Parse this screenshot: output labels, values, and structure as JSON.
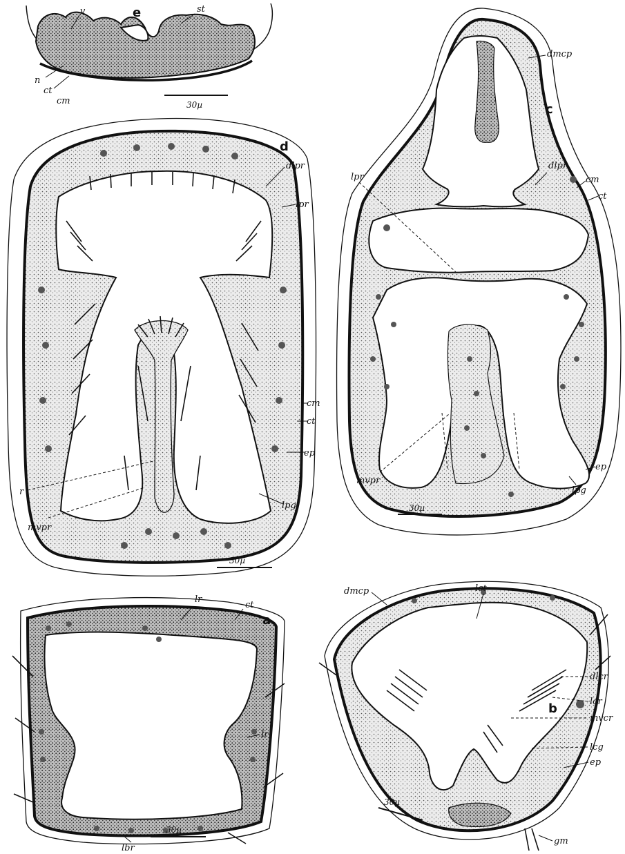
{
  "panels": {
    "e": {
      "panel_letter": "e",
      "labels": {
        "v": "v",
        "st": "st",
        "n": "n",
        "ct": "ct",
        "cm": "cm"
      },
      "scale": "30µ"
    },
    "d": {
      "panel_letter": "d",
      "labels": {
        "dlpr": "dlpr",
        "lpr": "lpr",
        "cm": "cm",
        "ct": "ct",
        "ep": "ep",
        "lpg": "lpg",
        "r": "r",
        "mvpr": "mvpr"
      },
      "scale": "30µ"
    },
    "c": {
      "panel_letter": "c",
      "labels": {
        "dmcp": "dmcp",
        "dlpr": "dlpr",
        "cm": "cm",
        "ct": "ct",
        "lpr": "lpr",
        "ep": "ep",
        "lpg": "lpg",
        "mvpr": "mvpr"
      },
      "scale": "30µ"
    },
    "a": {
      "panel_letter": "a",
      "labels": {
        "lr_top": "lr",
        "ct": "ct",
        "lr_side": "lr",
        "lbr": "lbr"
      },
      "scale": "30µ"
    },
    "b": {
      "panel_letter": "b",
      "labels": {
        "dmcp": "dmcp",
        "lct": "lct",
        "dlcr": "dlcr",
        "lcr": "lcr",
        "mvcr": "mvcr",
        "lcg": "lcg",
        "ep": "ep",
        "gm": "gm"
      },
      "scale": "30µ"
    }
  }
}
